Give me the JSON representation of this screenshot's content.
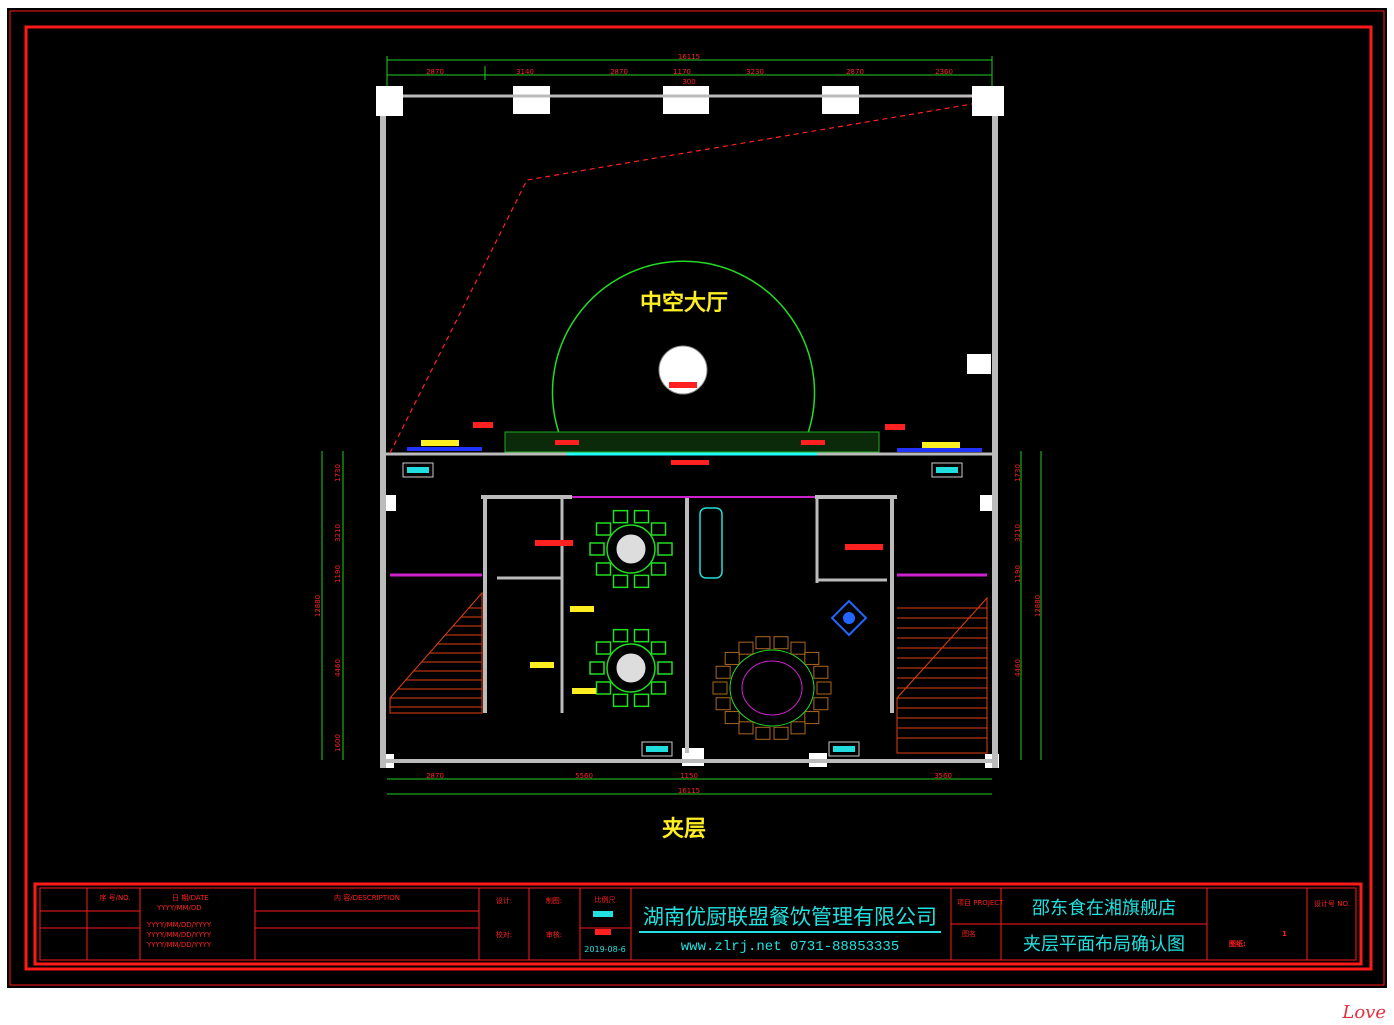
{
  "drawing": {
    "room_label": "中空大厅",
    "floor_label": "夹层",
    "dims_top_total": "16115",
    "dims_top": [
      "2870",
      "3140",
      "2870",
      "1170",
      "3230",
      "2870",
      "2360"
    ],
    "dims_top_small": "300",
    "dims_bottom": [
      "2870",
      "5560",
      "1150",
      "3560"
    ],
    "dims_bottom_total": "16115",
    "dims_left": [
      "1730",
      "3210",
      "1190",
      "4460",
      "1600"
    ],
    "dims_left_total": "12880",
    "dims_right": [
      "1730",
      "3210",
      "1190",
      "4460"
    ],
    "dims_right_total": "12880"
  },
  "title_block": {
    "col1_header": "序 号/NO.",
    "col2_header": "日 期/DATE",
    "col2_lines": [
      "YYYY/MM/DD",
      "YYYY/MM/DD/YYYY",
      "YYYY/MM/DD/YYYY",
      "YYYY/MM/DD/YYYY"
    ],
    "col3_header": "内 容/DESCRIPTION",
    "designer_label": "设计:",
    "drafter_label": "制图:",
    "checker_label": "校对:",
    "reviewer_label": "审核:",
    "scale_label": "比例尺",
    "date": "2019-08-6",
    "company": "湖南优厨联盟餐饮管理有限公司",
    "contact": "www.zlrj.net   0731-88853335",
    "project_label": "项目 PROJECT",
    "title_label": "图名",
    "project_name": "邵东食在湘旗舰店",
    "drawing_title": "夹层平面布局确认图",
    "sheet_label": "图纸:",
    "sheet_no": "1",
    "design_no_label": "设计号 NO."
  },
  "watermark": "Love"
}
